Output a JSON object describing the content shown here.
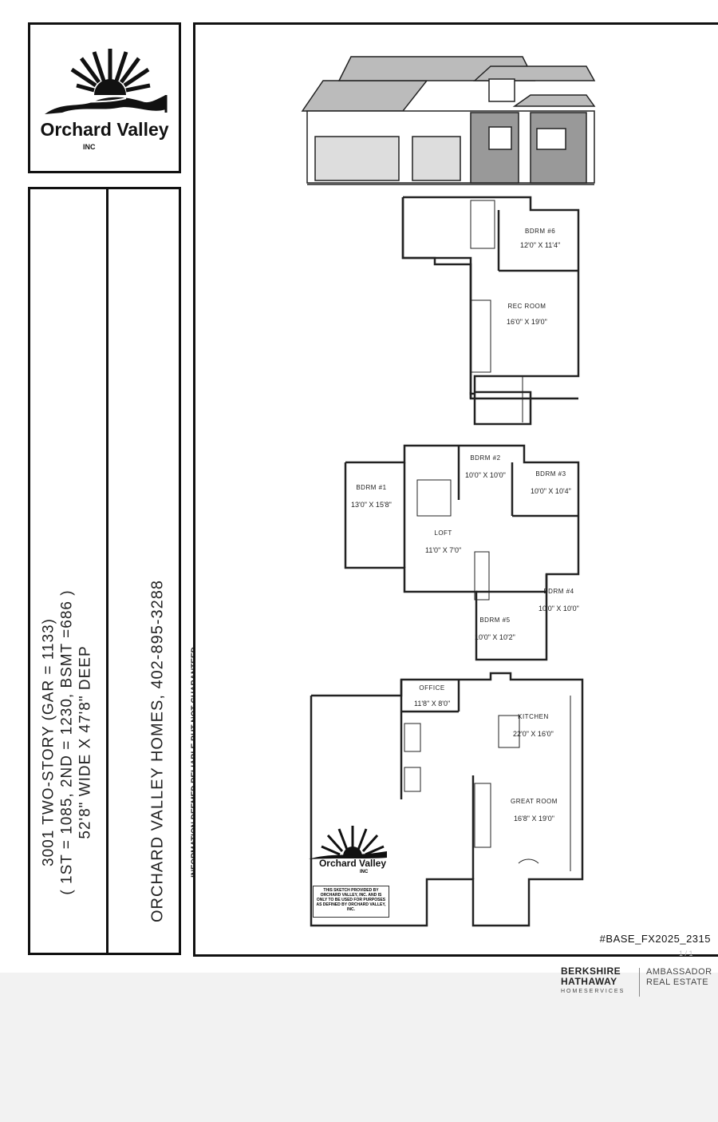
{
  "logo": {
    "name": "Orchard Valley",
    "inc": "INC"
  },
  "info": {
    "title_line1": "3001 TWO-STORY (GAR = 1133)",
    "title_line2": "( 1ST = 1085, 2ND = 1230, BSMT =686 )",
    "title_line3": "52'8\" WIDE X 47'8\" DEEP",
    "company": "ORCHARD VALLEY HOMES, 402-895-3288",
    "disclaimer": "INFORMATION DEEMED RELIABLE BUT NOT GUARANTEED"
  },
  "basement": {
    "bdrm6_name": "BDRM #6",
    "bdrm6_size": "12'0\" X 11'4\"",
    "rec_name": "REC ROOM",
    "rec_size": "16'0\" X 19'0\""
  },
  "second_floor": {
    "bdrm1_name": "BDRM #1",
    "bdrm1_size": "13'0\" X 15'8\"",
    "bdrm2_name": "BDRM #2",
    "bdrm2_size": "10'0\" X 10'0\"",
    "bdrm3_name": "BDRM #3",
    "bdrm3_size": "10'0\" X 10'4\"",
    "loft_name": "LOFT",
    "loft_size": "11'0\" X 7'0\"",
    "bdrm4_name": "BDRM #4",
    "bdrm4_size": "10'0\" X 10'0\"",
    "bdrm5_name": "BDRM #5",
    "bdrm5_size": "10'0\" X 10'2\""
  },
  "first_floor": {
    "office_name": "OFFICE",
    "office_size": "11'8\" X 8'0\"",
    "kitchen_name": "KITCHEN",
    "kitchen_size": "22'0\" X 16'0\"",
    "great_name": "GREAT ROOM",
    "great_size": "16'8\" X 19'0\""
  },
  "mini_logo": {
    "name": "Orchard Valley",
    "inc": "INC",
    "note": "THIS SKETCH PROVIDED BY ORCHARD VALLEY, INC. AND IS ONLY TO BE USED FOR PURPOSES AS DEFINED BY ORCHARD VALLEY, INC."
  },
  "plan_code": "#BASE_FX2025_2315",
  "footer": {
    "brand_line1": "BERKSHIRE",
    "brand_line2": "HATHAWAY",
    "brand_sub": "HOMESERVICES",
    "agency_line1": "AMBASSADOR",
    "agency_line2": "REAL ESTATE",
    "page_indicator": "1 / 1"
  }
}
